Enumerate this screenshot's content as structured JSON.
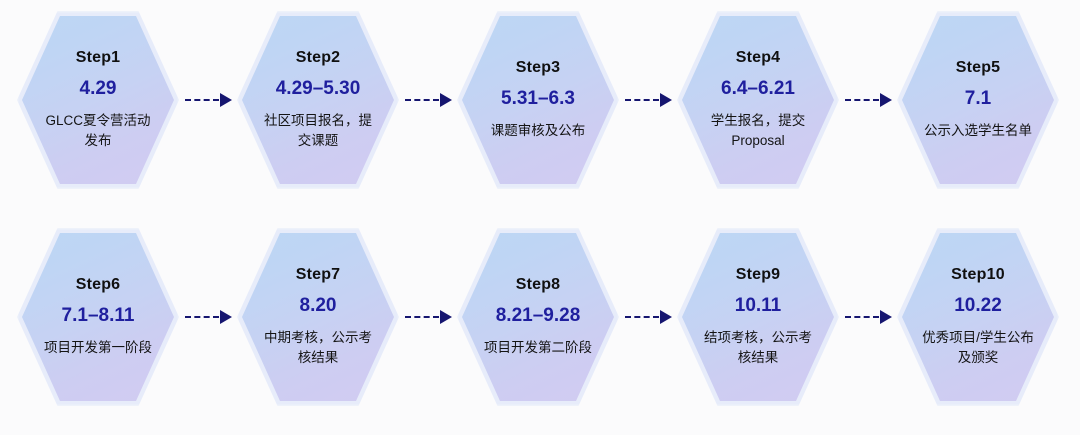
{
  "theme": {
    "background": "#fbfbfc",
    "hex_gradient_start": "#bcd6f5",
    "hex_gradient_end": "#d2cbf1",
    "hex_halo": "#d7e1f8",
    "date_color": "#1f1f9e",
    "step_label_color": "#101010",
    "desc_color": "#141414",
    "arrow_color": "#161670"
  },
  "connector": {
    "icon": "dashed-arrow-right-icon"
  },
  "rows": [
    {
      "steps": [
        {
          "label": "Step1",
          "date": "4.29",
          "desc": "GLCC夏令营活动发布"
        },
        {
          "label": "Step2",
          "date": "4.29–5.30",
          "desc": "社区项目报名，提交课题"
        },
        {
          "label": "Step3",
          "date": "5.31–6.3",
          "desc": "课题审核及公布"
        },
        {
          "label": "Step4",
          "date": "6.4–6.21",
          "desc": "学生报名，提交Proposal"
        },
        {
          "label": "Step5",
          "date": "7.1",
          "desc": "公示入选学生名单"
        }
      ]
    },
    {
      "steps": [
        {
          "label": "Step6",
          "date": "7.1–8.11",
          "desc": "项目开发第一阶段"
        },
        {
          "label": "Step7",
          "date": "8.20",
          "desc": "中期考核，公示考核结果"
        },
        {
          "label": "Step8",
          "date": "8.21–9.28",
          "desc": "项目开发第二阶段"
        },
        {
          "label": "Step9",
          "date": "10.11",
          "desc": "结项考核，公示考核结果"
        },
        {
          "label": "Step10",
          "date": "10.22",
          "desc": "优秀项目/学生公布及颁奖"
        }
      ]
    }
  ]
}
